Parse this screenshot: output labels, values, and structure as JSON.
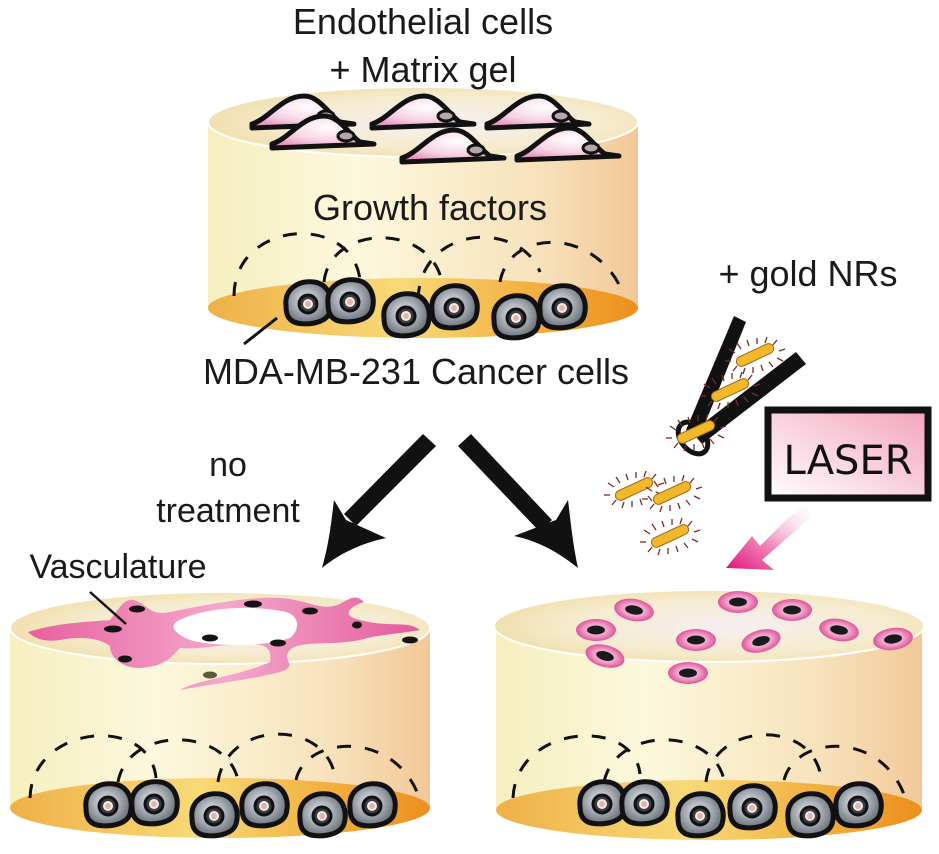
{
  "labels": {
    "top_title_line1": "Endothelial cells",
    "top_title_line2": "+ Matrix gel",
    "growth_factors": "Growth factors",
    "cancer_cells": "MDA-MB-231 Cancer cells",
    "gold_nrs": "+ gold NRs",
    "laser": "LASER",
    "no_treatment_line1": "no",
    "no_treatment_line2": "treatment",
    "vasculature": "Vasculature"
  },
  "colors": {
    "gel_light": "#fbf6d8",
    "gel_shade": "#f3c890",
    "base_orange_light": "#f7d978",
    "base_orange_dark": "#ee9323",
    "cancer_cell_outline": "#111111",
    "cancer_cell_fill": "#8e949c",
    "endothelial_fill": "#f5c2da",
    "vessel_pink": "#e56aa7",
    "gold_rod": "#f0b62a",
    "laser_box_fill": "#f4a8bd",
    "laser_arrow": "#e6157e",
    "arrow_black": "#111111"
  }
}
